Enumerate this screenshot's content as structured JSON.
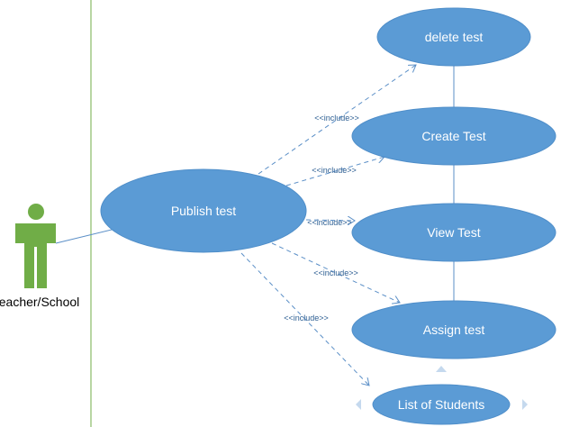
{
  "actor": {
    "label": "Teacher/School"
  },
  "use_cases": {
    "delete_test": "delete test",
    "create_test": "Create Test",
    "publish_test": "Publish test",
    "view_test": "View Test",
    "assign_test": "Assign test",
    "list_of_students": "List of Students"
  },
  "relations": {
    "include": "<<include>>"
  },
  "colors": {
    "use_case_fill": "#5b9bd5",
    "actor_fill": "#70ad47",
    "line": "#5b8fc7",
    "label": "#2e5f93"
  }
}
